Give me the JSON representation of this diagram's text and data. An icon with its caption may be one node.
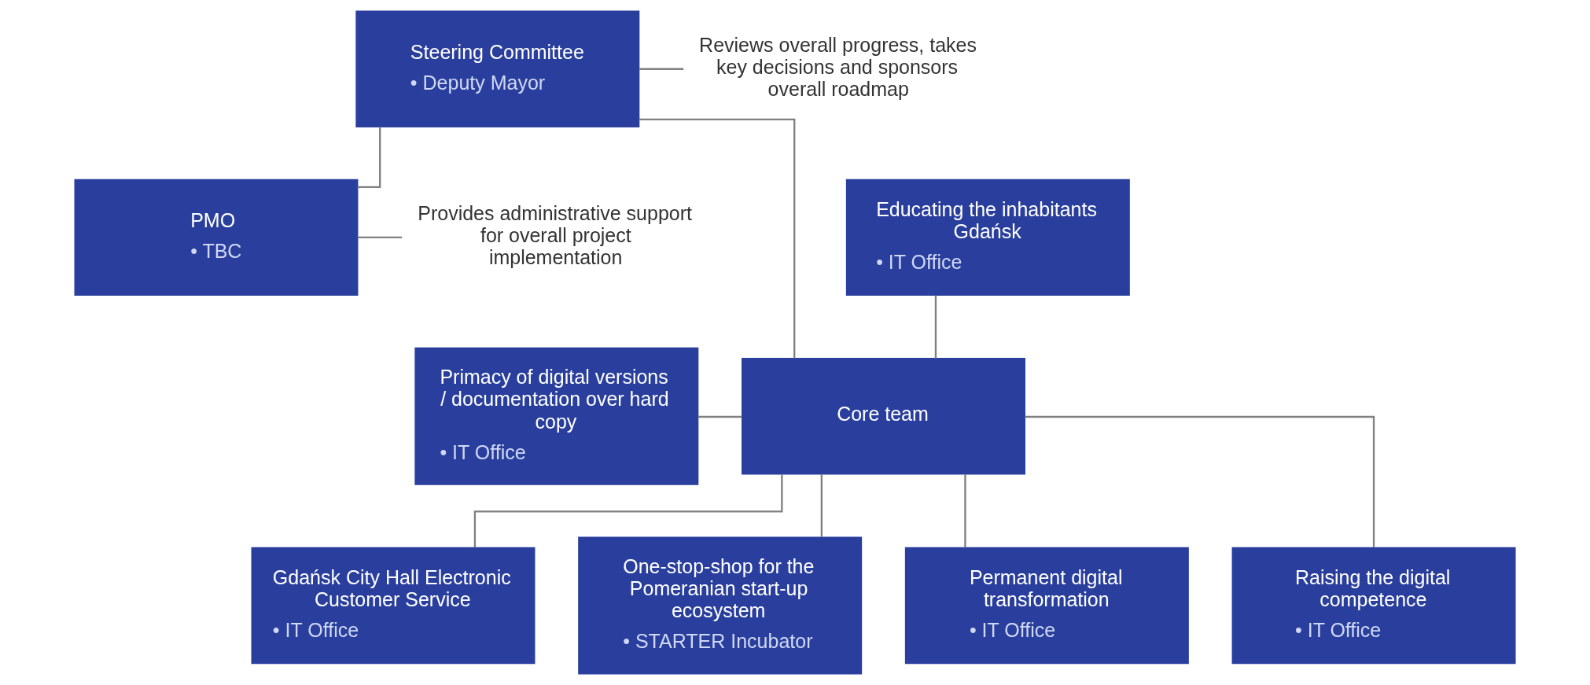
{
  "diagram": {
    "nodes": [
      {
        "text": [
          "Steering Committee",
          "• Deputy Mayor"
        ]
      },
      {
        "text": [
          "Reviews overall progress, takes key decisions and sponsors overall roadmap"
        ]
      },
      {
        "text": [
          "Educating the inhabitants Gdańsk",
          "• IT Office"
        ]
      },
      {
        "text": [
          "PMO",
          "• TBC"
        ]
      },
      {
        "text": [
          "Provides administrative support for overall project implementation"
        ]
      },
      {
        "text": [
          "Primacy of digital versions / documentation over hard copy",
          "• IT Office"
        ]
      },
      {
        "text": [
          "Core team"
        ]
      },
      {
        "text": [
          "Gdańsk City Hall Electronic Customer Service",
          "• IT Office"
        ]
      },
      {
        "text": [
          "One-stop-shop for the Pomeranian start-up ecosystem",
          "• STARTER Incubator"
        ]
      },
      {
        "text": [
          "Permanent digital transformation",
          "• IT Office"
        ]
      },
      {
        "text": [
          "Raising the digital competence",
          "• IT Office"
        ]
      }
    ],
    "edges": [
      {
        "from": 0,
        "to": 1,
        "arrow": "none"
      },
      {
        "from": 0,
        "to": 6,
        "arrow": "none"
      },
      {
        "from": 0,
        "to": 3,
        "arrow": "none"
      },
      {
        "from": 3,
        "to": 4,
        "arrow": "none"
      },
      {
        "from": 2,
        "to": 6,
        "arrow": "none"
      },
      {
        "from": 5,
        "to": 6,
        "arrow": "none"
      },
      {
        "from": 6,
        "to": 7,
        "arrow": "none"
      },
      {
        "from": 6,
        "to": 8,
        "arrow": "none"
      },
      {
        "from": 6,
        "to": 9,
        "arrow": "none"
      },
      {
        "from": 6,
        "to": 10,
        "arrow": "none"
      }
    ]
  }
}
